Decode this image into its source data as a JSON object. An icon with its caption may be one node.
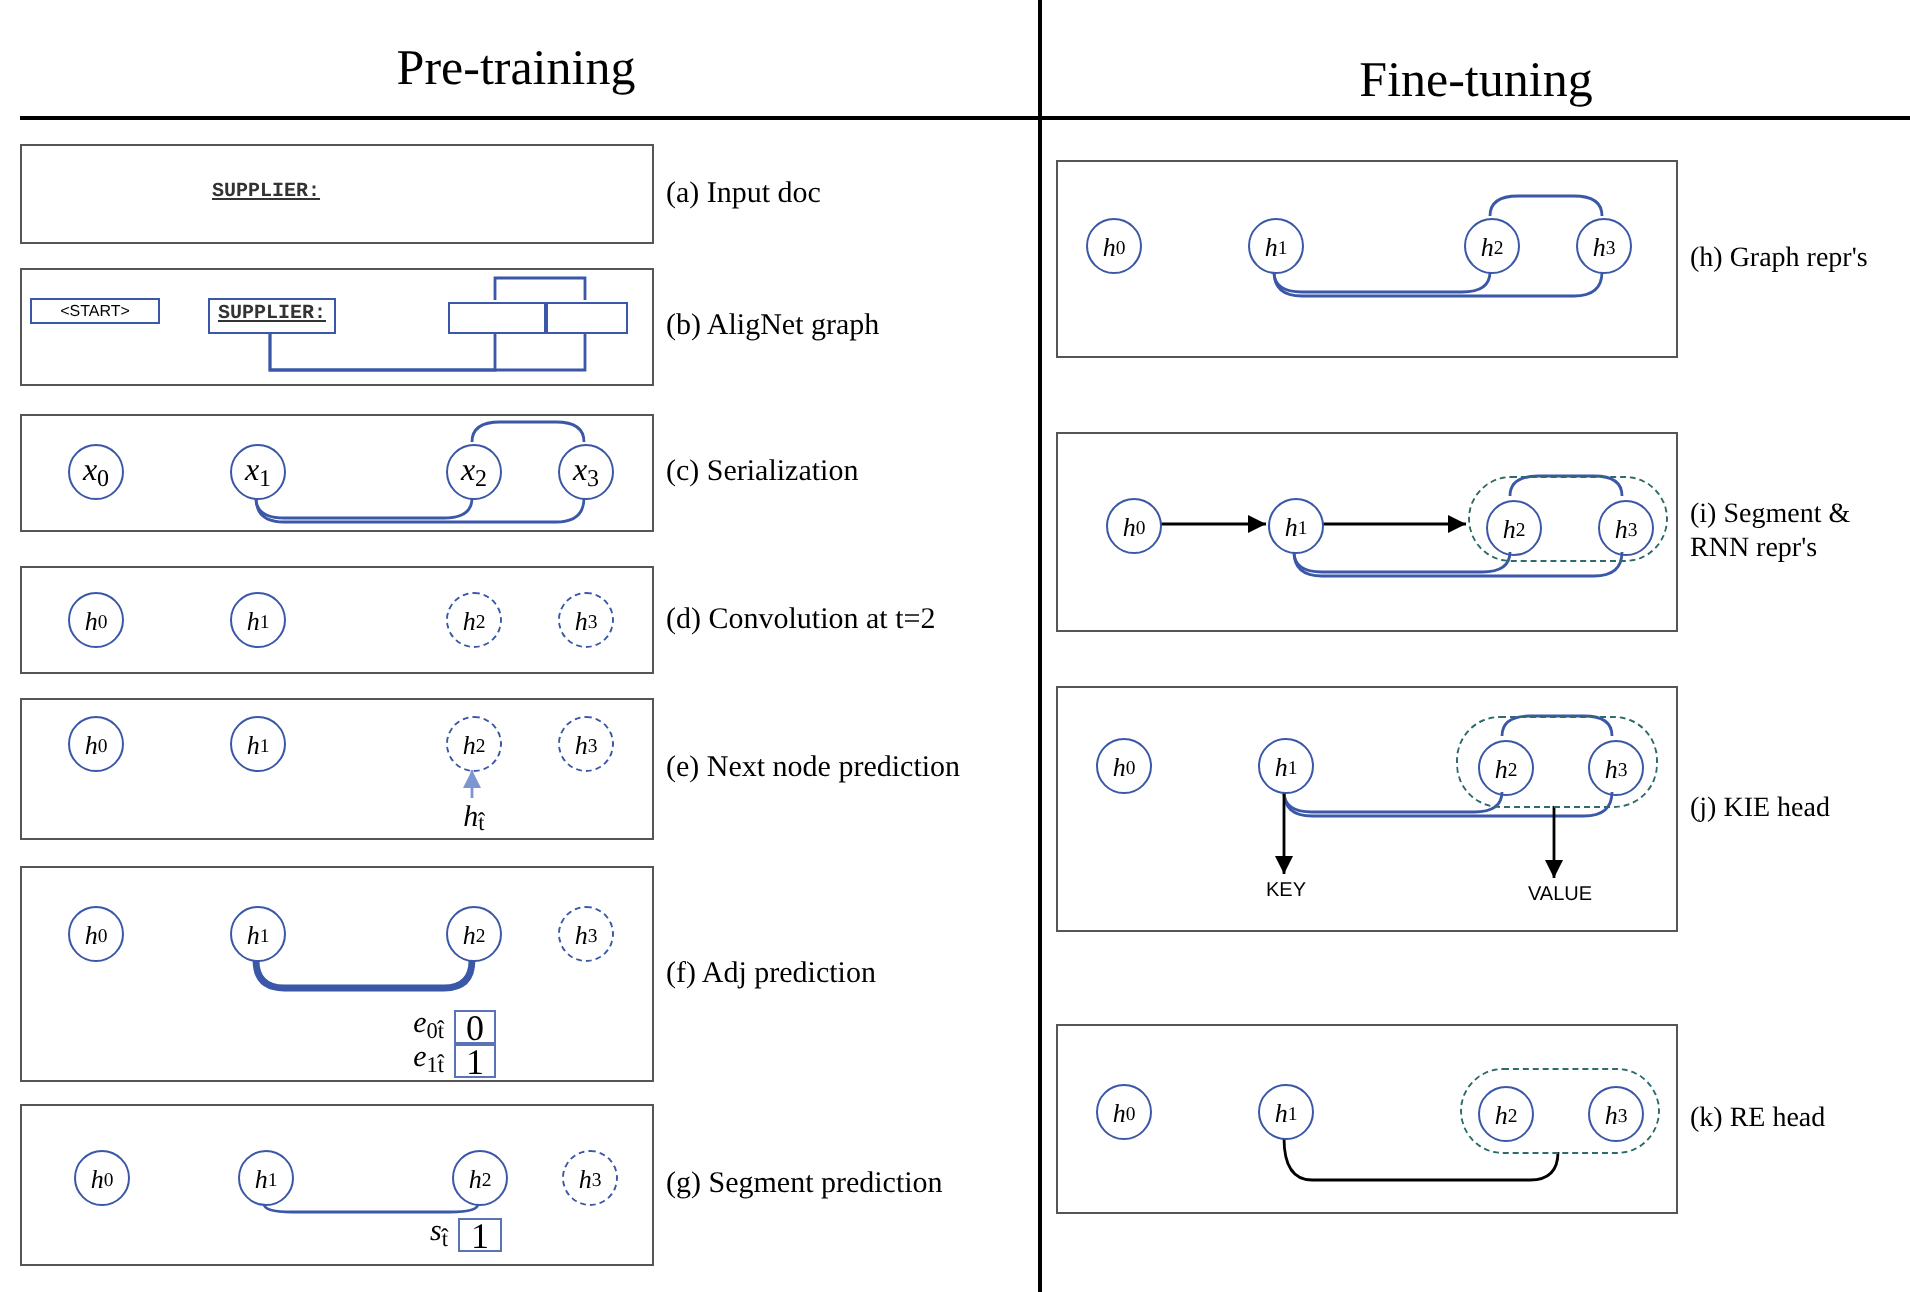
{
  "diagram": {
    "nodes": [
      {
        "text": [
          "SUPPLIER:"
        ],
        "beside": [
          "(a) Input doc"
        ]
      },
      {
        "text": [],
        "shape": "box",
        "beside": [
          "(b) AligNet graph"
        ]
      },
      {
        "text": [
          "<START>"
        ],
        "in": 1
      },
      {
        "text": [
          "SUPPLIER:"
        ],
        "in": 1
      },
      {
        "text": [],
        "shape": "box",
        "in": 1
      },
      {
        "text": [],
        "shape": "box",
        "in": 1
      },
      {
        "text": [],
        "shape": "box",
        "beside": [
          "(c) Serialization"
        ]
      },
      {
        "text": [
          "*x*$_{0}$"
        ],
        "in": 6
      },
      {
        "text": [
          "*x*$_{1}$"
        ],
        "in": 6
      },
      {
        "text": [
          "*x*$_{2}$"
        ],
        "in": 6
      },
      {
        "text": [
          "*x*$_{3}$"
        ],
        "in": 6
      },
      {
        "text": [],
        "shape": "box",
        "beside": [
          "(d) Convolution at t=2"
        ]
      },
      {
        "text": [
          "*h*$_{0}$"
        ],
        "in": 11
      },
      {
        "text": [
          "*h*$_{1}$"
        ],
        "in": 11
      },
      {
        "text": [
          "*h*$_{2}$"
        ],
        "in": 11
      },
      {
        "text": [
          "*h*$_{3}$"
        ],
        "in": 11
      },
      {
        "text": [],
        "shape": "box",
        "beside": [
          "(e) Next node prediction"
        ]
      },
      {
        "text": [
          "*h*$_{0}$"
        ],
        "in": 16
      },
      {
        "text": [
          "*h*$_{1}$"
        ],
        "in": 16
      },
      {
        "text": [
          "*h*$_{2}$"
        ],
        "in": 16
      },
      {
        "text": [
          "*h*$_{3}$"
        ],
        "in": 16
      },
      {
        "text": [
          "*h*$_{t̂}$"
        ],
        "in": 16
      },
      {
        "text": [],
        "shape": "box",
        "beside": [
          "(f) Adj prediction"
        ]
      },
      {
        "text": [
          "*h*$_{0}$"
        ],
        "in": 22
      },
      {
        "text": [
          "*h*$_{1}$"
        ],
        "in": 22
      },
      {
        "text": [
          "*h*$_{2}$"
        ],
        "in": 22
      },
      {
        "text": [
          "*h*$_{3}$"
        ],
        "in": 22
      },
      {
        "text": [
          "0"
        ],
        "in": 22,
        "beside": [
          "*e*$_{0t̂}$"
        ]
      },
      {
        "text": [
          "1"
        ],
        "in": 22,
        "beside": [
          "*e*$_{1t̂}$"
        ]
      },
      {
        "text": [],
        "shape": "box",
        "beside": [
          "(g) Segment prediction"
        ]
      },
      {
        "text": [
          "*h*$_{0}$"
        ],
        "in": 29
      },
      {
        "text": [
          "*h*$_{1}$"
        ],
        "in": 29
      },
      {
        "text": [
          "*h*$_{2}$"
        ],
        "in": 29
      },
      {
        "text": [
          "*h*$_{3}$"
        ],
        "in": 29
      },
      {
        "text": [
          "1"
        ],
        "in": 29,
        "beside": [
          "*s*$_{t̂}$"
        ]
      },
      {
        "text": [],
        "shape": "box",
        "beside": [
          "(h) Graph repr's"
        ]
      },
      {
        "text": [
          "*h*$_{0}$"
        ],
        "in": 35
      },
      {
        "text": [
          "*h*$_{1}$"
        ],
        "in": 35
      },
      {
        "text": [
          "*h*$_{2}$"
        ],
        "in": 35
      },
      {
        "text": [
          "*h*$_{3}$"
        ],
        "in": 35
      },
      {
        "text": [],
        "shape": "box",
        "beside": [
          "(i) Segment & RNN repr's"
        ]
      },
      {
        "text": [
          "*h*$_{0}$"
        ],
        "in": 40
      },
      {
        "text": [
          "*h*$_{1}$"
        ],
        "in": 40
      },
      {
        "text": [],
        "shape": "box",
        "in": 40
      },
      {
        "text": [
          "*h*$_{2}$"
        ],
        "in": 43
      },
      {
        "text": [
          "*h*$_{3}$"
        ],
        "in": 43
      },
      {
        "text": [],
        "shape": "box",
        "beside": [
          "(j) KIE head"
        ]
      },
      {
        "text": [
          "*h*$_{0}$"
        ],
        "in": 46
      },
      {
        "text": [
          "*h*$_{1}$"
        ],
        "in": 46
      },
      {
        "text": [],
        "shape": "box",
        "in": 46
      },
      {
        "text": [
          "*h*$_{2}$"
        ],
        "in": 49
      },
      {
        "text": [
          "*h*$_{3}$"
        ],
        "in": 49
      },
      {
        "text": [
          "KEY"
        ],
        "in": 46
      },
      {
        "text": [
          "VALUE"
        ],
        "in": 46
      },
      {
        "text": [],
        "shape": "box",
        "beside": [
          "(k) RE head"
        ]
      },
      {
        "text": [
          "*h*$_{0}$"
        ],
        "in": 54
      },
      {
        "text": [
          "*h*$_{1}$"
        ],
        "in": 54
      },
      {
        "text": [],
        "shape": "box",
        "in": 54
      },
      {
        "text": [
          "*h*$_{2}$"
        ],
        "in": 57
      },
      {
        "text": [
          "*h*$_{3}$"
        ],
        "in": 57
      }
    ],
    "edges": [
      {
        "from": 3,
        "to": 4,
        "arrow": "none"
      },
      {
        "from": 3,
        "to": 5,
        "arrow": "none"
      },
      {
        "from": 4,
        "to": 5,
        "arrow": "none"
      },
      {
        "from": 8,
        "to": 9,
        "arrow": "none"
      },
      {
        "from": 8,
        "to": 10,
        "arrow": "none"
      },
      {
        "from": 9,
        "to": 10,
        "arrow": "none"
      },
      {
        "from": 21,
        "to": 19,
        "arrow": "to",
        "color": "#7f95d1"
      },
      {
        "from": 24,
        "to": 25,
        "arrow": "none",
        "style": "thick"
      },
      {
        "from": 31,
        "to": 32,
        "arrow": "none"
      },
      {
        "from": 37,
        "to": 38,
        "arrow": "none"
      },
      {
        "from": 37,
        "to": 39,
        "arrow": "none"
      },
      {
        "from": 38,
        "to": 39,
        "arrow": "none"
      },
      {
        "from": 41,
        "to": 42,
        "arrow": "to",
        "color": "#000000"
      },
      {
        "from": 42,
        "to": 43,
        "arrow": "to",
        "color": "#000000"
      },
      {
        "from": 42,
        "to": 44,
        "arrow": "none"
      },
      {
        "from": 42,
        "to": 45,
        "arrow": "none"
      },
      {
        "from": 44,
        "to": 45,
        "arrow": "none"
      },
      {
        "from": 48,
        "to": 50,
        "arrow": "none"
      },
      {
        "from": 48,
        "to": 51,
        "arrow": "none"
      },
      {
        "from": 50,
        "to": 51,
        "arrow": "none"
      },
      {
        "from": 48,
        "to": 52,
        "arrow": "to",
        "color": "#000000"
      },
      {
        "from": 49,
        "to": 53,
        "arrow": "to",
        "color": "#000000"
      },
      {
        "from": 56,
        "to": 57,
        "arrow": "none",
        "color": "#000000"
      }
    ],
    "labels": [
      "Pre-training",
      "Fine-tuning"
    ]
  }
}
